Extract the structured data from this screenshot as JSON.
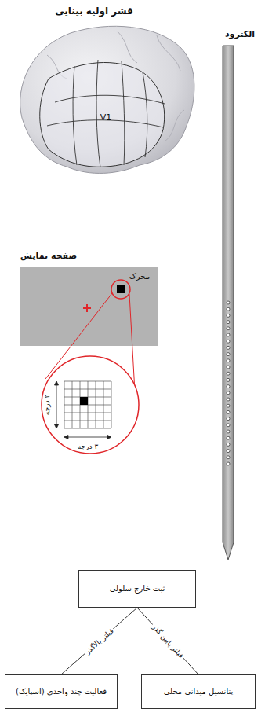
{
  "diagram": {
    "nodes": [
      {
        "text": [
          "ثبت خارج سلولی"
        ]
      },
      {
        "text": [
          "فعالیت چند واحدی (اسپایک)"
        ]
      },
      {
        "text": [
          "پتانسیل میدانی محلی"
        ]
      }
    ],
    "edges": [
      {
        "from": 0,
        "to": 1,
        "arrow": "none",
        "label": "فیلتر بالاگذر"
      },
      {
        "from": 0,
        "to": 2,
        "arrow": "none",
        "label": "فیلتر پایین گذر"
      }
    ],
    "labels": [
      "قشر اولیه بینایی",
      "الکترود",
      "V1",
      "صفحه نمایش",
      "محرک",
      "۳ درجه",
      "۳ درجه"
    ]
  }
}
